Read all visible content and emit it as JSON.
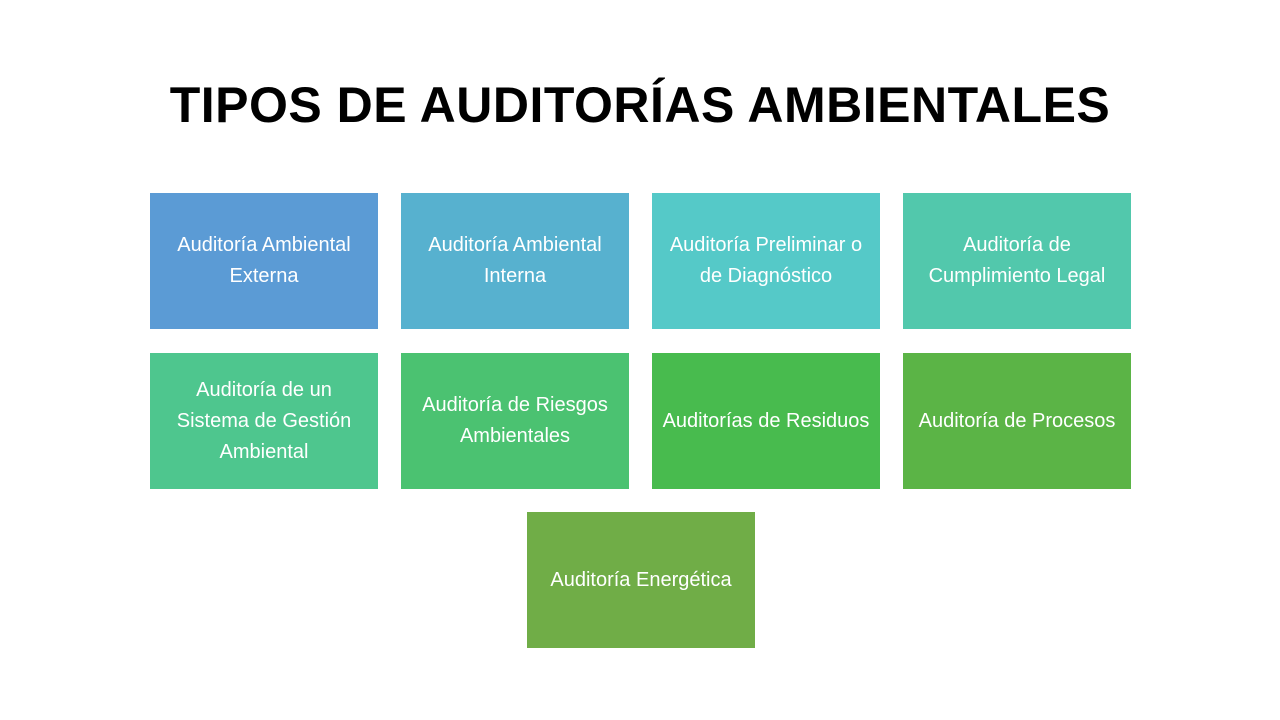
{
  "title": "TIPOS DE AUDITORÍAS AMBIENTALES",
  "boxes": [
    {
      "label": "Auditoría Ambiental Externa",
      "color": "#5B9BD5"
    },
    {
      "label": "Auditoría Ambiental Interna",
      "color": "#57B1CF"
    },
    {
      "label": "Auditoría Preliminar o de Diagnóstico",
      "color": "#55C9C8"
    },
    {
      "label": "Auditoría de Cumplimiento Legal",
      "color": "#52C8AC"
    },
    {
      "label": "Auditoría de un Sistema de Gestión Ambiental",
      "color": "#4EC68E"
    },
    {
      "label": "Auditoría de Riesgos Ambientales",
      "color": "#4BC271"
    },
    {
      "label": "Auditorías de Residuos",
      "color": "#48BB4E"
    },
    {
      "label": "Auditoría de Procesos",
      "color": "#5BB446"
    },
    {
      "label": "Auditoría Energética",
      "color": "#70AD47"
    }
  ]
}
